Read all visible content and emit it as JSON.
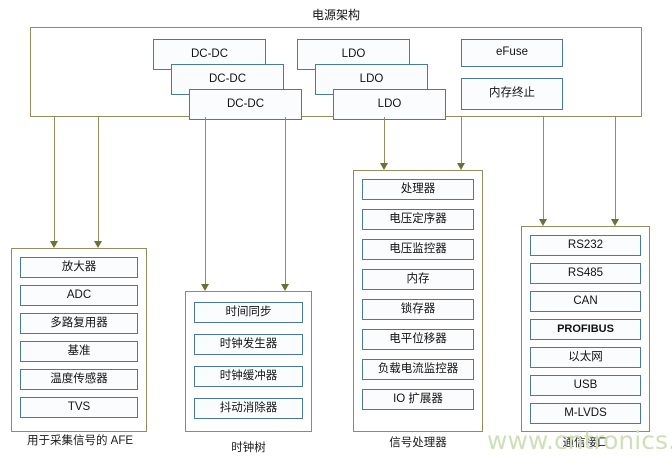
{
  "diagram": {
    "title": "电源架构",
    "watermark": "www.cntronics.com"
  },
  "power_block": {
    "dcdc": [
      {
        "label": "DC-DC"
      },
      {
        "label": "DC-DC"
      },
      {
        "label": "DC-DC"
      }
    ],
    "ldo": [
      {
        "label": "LDO"
      },
      {
        "label": "LDO"
      },
      {
        "label": "LDO"
      }
    ],
    "misc": [
      {
        "label": "eFuse"
      },
      {
        "label": "内存终止"
      }
    ]
  },
  "groups": [
    {
      "id": "afe",
      "caption": "用于采集信号的 AFE",
      "items": [
        "放大器",
        "ADC",
        "多路复用器",
        "基准",
        "温度传感器",
        "TVS"
      ]
    },
    {
      "id": "clock-tree",
      "caption": "时钟树",
      "items": [
        "时间同步",
        "时钟发生器",
        "时钟缓冲器",
        "抖动消除器"
      ]
    },
    {
      "id": "signal-processor",
      "caption": "信号处理器",
      "items": [
        "处理器",
        "电压定序器",
        "电压监控器",
        "内存",
        "锁存器",
        "电平位移器",
        "负载电流监控器",
        "IO 扩展器"
      ]
    },
    {
      "id": "communication-interface",
      "caption": "通信接口",
      "items": [
        "RS232",
        "RS485",
        "CAN",
        "PROFIBUS",
        "以太网",
        "USB",
        "M-LVDS"
      ]
    }
  ],
  "colors": {
    "group_border": "#948b5e",
    "box_border": "#4a7a9b",
    "connector": "#948b5e",
    "arrowhead": "#6b7034",
    "watermark": "#cfe0b9"
  }
}
